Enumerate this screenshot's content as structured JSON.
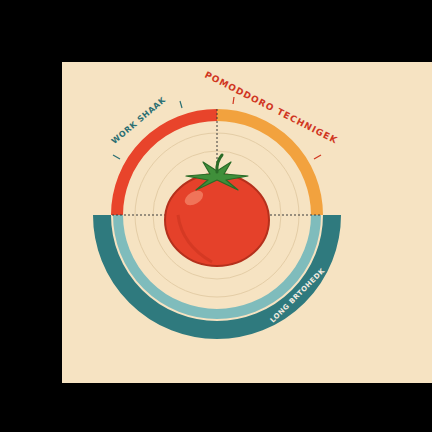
{
  "diagram": {
    "labels": [
      "WORK SHAAK",
      "POMODDORO TECHNIGEK",
      "LONG BRTOHEDK"
    ]
  }
}
